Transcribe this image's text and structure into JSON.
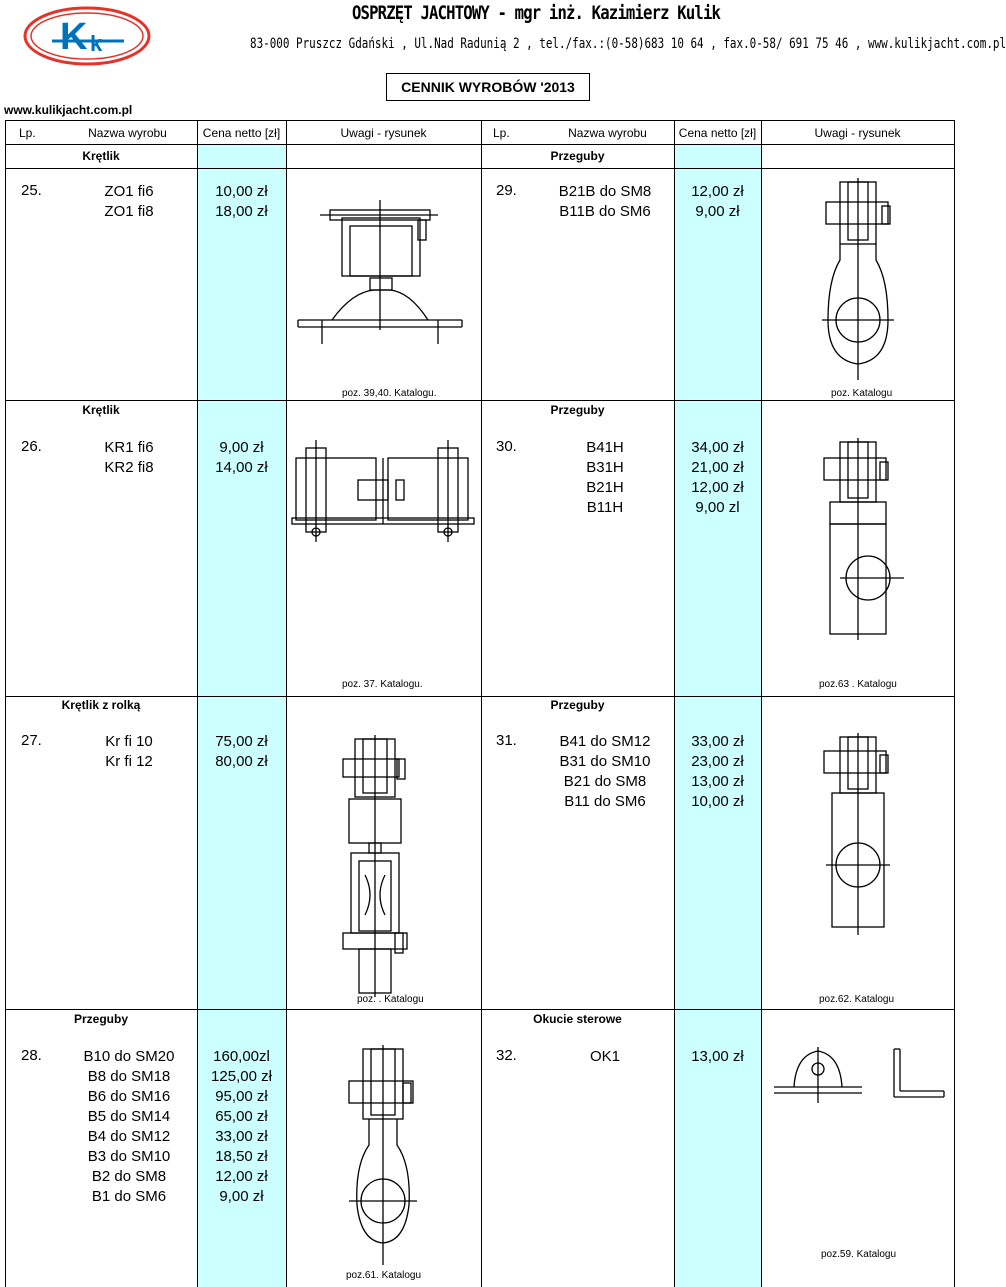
{
  "header": {
    "company": "OSPRZĘT JACHTOWY -  mgr inż. Kazimierz Kulik",
    "address": "83-000 Pruszcz Gdański , Ul.Nad Radunią 2 , tel./fax.:(0-58)683 10 64 , fax.0-58/ 691 75 46 , www.kulikjacht.com.pl",
    "logo_text": "Kk",
    "price_list_title": "CENNIK WYROBÓW  '2013",
    "website": "www.kulikjacht.com.pl"
  },
  "columns": [
    "Lp.",
    "Nazwa wyrobu",
    "Cena netto [zł]",
    "Uwagi - rysunek",
    "Lp.",
    "Nazwa wyrobu",
    "Cena netto [zł]",
    "Uwagi - rysunek"
  ],
  "rows": [
    {
      "left": {
        "section": "Krętlik",
        "lp": "25.",
        "names": [
          "ZO1 fi6",
          "ZO1 fi8"
        ],
        "prices": [
          "10,00 zł",
          "18,00 zł"
        ],
        "note": "poz. 39,40. Katalogu.",
        "drawing": "swivel-plate-drawing"
      },
      "right": {
        "section": "Przeguby",
        "lp": "29.",
        "names": [
          "B21B do SM8",
          "B11B do SM6"
        ],
        "prices": [
          "12,00 zł",
          "9,00 zł"
        ],
        "note": "poz. Katalogu",
        "drawing": "joint-eye-drawing"
      }
    },
    {
      "left": {
        "section": "Krętlik",
        "lp": "26.",
        "names": [
          "KR1 fi6",
          "KR2 fi8"
        ],
        "prices": [
          "9,00 zł",
          "14,00 zł"
        ],
        "note": "poz. 37. Katalogu.",
        "drawing": "swivel-double-drawing"
      },
      "right": {
        "section": "Przeguby",
        "lp": "30.",
        "names": [
          "B41H",
          "B31H",
          "B21H",
          "B11H"
        ],
        "prices": [
          "34,00 zł",
          "21,00 zł",
          "12,00 zł",
          "9,00 zl"
        ],
        "note": "poz.63 . Katalogu",
        "drawing": "joint-h-drawing"
      }
    },
    {
      "left": {
        "section": "Krętlik z rolką",
        "lp": "27.",
        "names": [
          "Kr fi  10",
          "Kr fi  12"
        ],
        "prices": [
          "75,00 zł",
          "80,00 zł"
        ],
        "note": "poz. . Katalogu",
        "drawing": "swivel-roller-drawing"
      },
      "right": {
        "section": "Przeguby",
        "lp": "31.",
        "names": [
          "B41 do SM12",
          "B31 do SM10",
          "B21 do SM8",
          "B11 do SM6"
        ],
        "prices": [
          "33,00 zł",
          "23,00 zł",
          "13,00 zł",
          "10,00 zł"
        ],
        "note": "poz.62. Katalogu",
        "drawing": "joint-long-drawing"
      }
    },
    {
      "left": {
        "section": "Przeguby",
        "lp": "28.",
        "names": [
          "B10 do SM20",
          "B8 do SM18",
          "B6 do SM16",
          "B5 do SM14",
          "B4 do SM12",
          "B3 do SM10",
          "B2 do SM8",
          "B1 do SM6"
        ],
        "prices": [
          "160,00zl",
          "125,00 zł",
          "95,00 zł",
          "65,00 zł",
          "33,00 zł",
          "18,50 zł",
          "12,00 zł",
          "9,00 zł"
        ],
        "note": "poz.61. Katalogu",
        "drawing": "joint-fork-drawing"
      },
      "right": {
        "section": "Okucie sterowe",
        "lp": "32.",
        "names": [
          "OK1"
        ],
        "prices": [
          "13,00 zł"
        ],
        "note": "poz.59. Katalogu",
        "drawing": "rudder-fitting-drawing"
      }
    }
  ]
}
